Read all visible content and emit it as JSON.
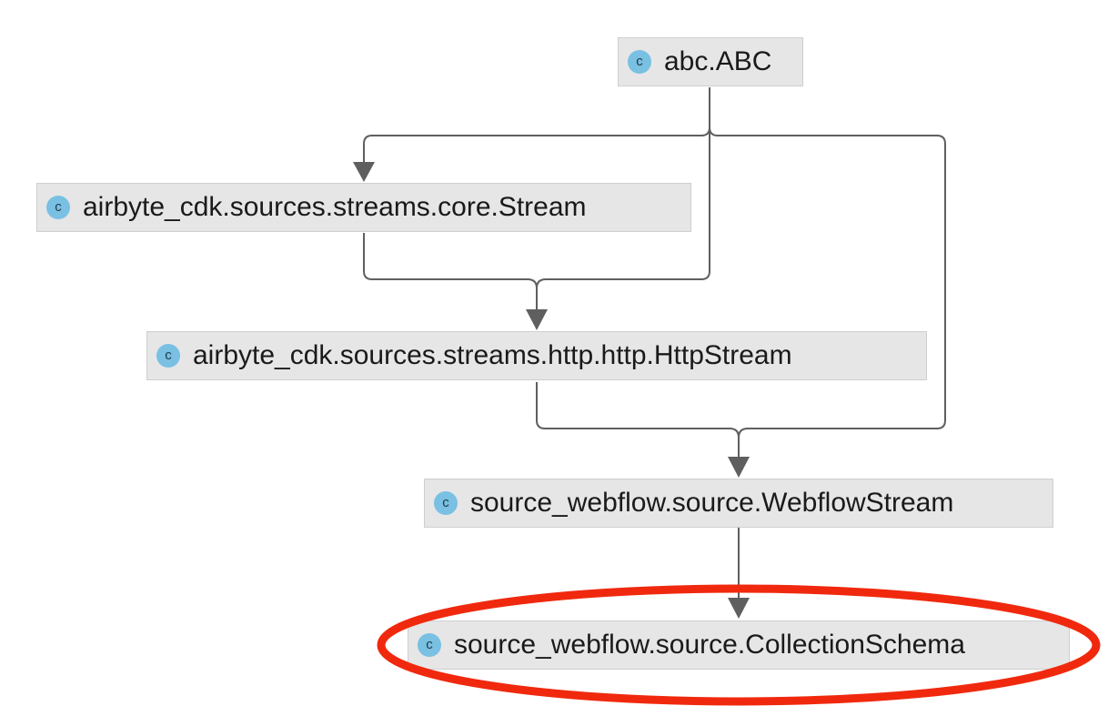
{
  "diagram": {
    "nodes": [
      {
        "id": "abc",
        "label": "abc.ABC",
        "icon": "class-icon",
        "icon_letter": "c"
      },
      {
        "id": "stream",
        "label": "airbyte_cdk.sources.streams.core.Stream",
        "icon": "class-icon",
        "icon_letter": "c"
      },
      {
        "id": "httpstream",
        "label": "airbyte_cdk.sources.streams.http.http.HttpStream",
        "icon": "class-icon",
        "icon_letter": "c"
      },
      {
        "id": "webflowstream",
        "label": "source_webflow.source.WebflowStream",
        "icon": "class-icon",
        "icon_letter": "c"
      },
      {
        "id": "collectionschema",
        "label": "source_webflow.source.CollectionSchema",
        "icon": "class-icon",
        "icon_letter": "c"
      }
    ],
    "edges": [
      {
        "from": "abc",
        "to": "stream"
      },
      {
        "from": "abc",
        "to": "httpstream"
      },
      {
        "from": "stream",
        "to": "httpstream"
      },
      {
        "from": "abc",
        "to": "webflowstream"
      },
      {
        "from": "httpstream",
        "to": "webflowstream"
      },
      {
        "from": "webflowstream",
        "to": "collectionschema"
      }
    ],
    "highlighted_node": "collectionschema",
    "colors": {
      "node_fill": "#e6e6e6",
      "icon_fill": "#79c0e3",
      "edge": "#5a5a5a",
      "highlight": "#f0290e"
    }
  }
}
